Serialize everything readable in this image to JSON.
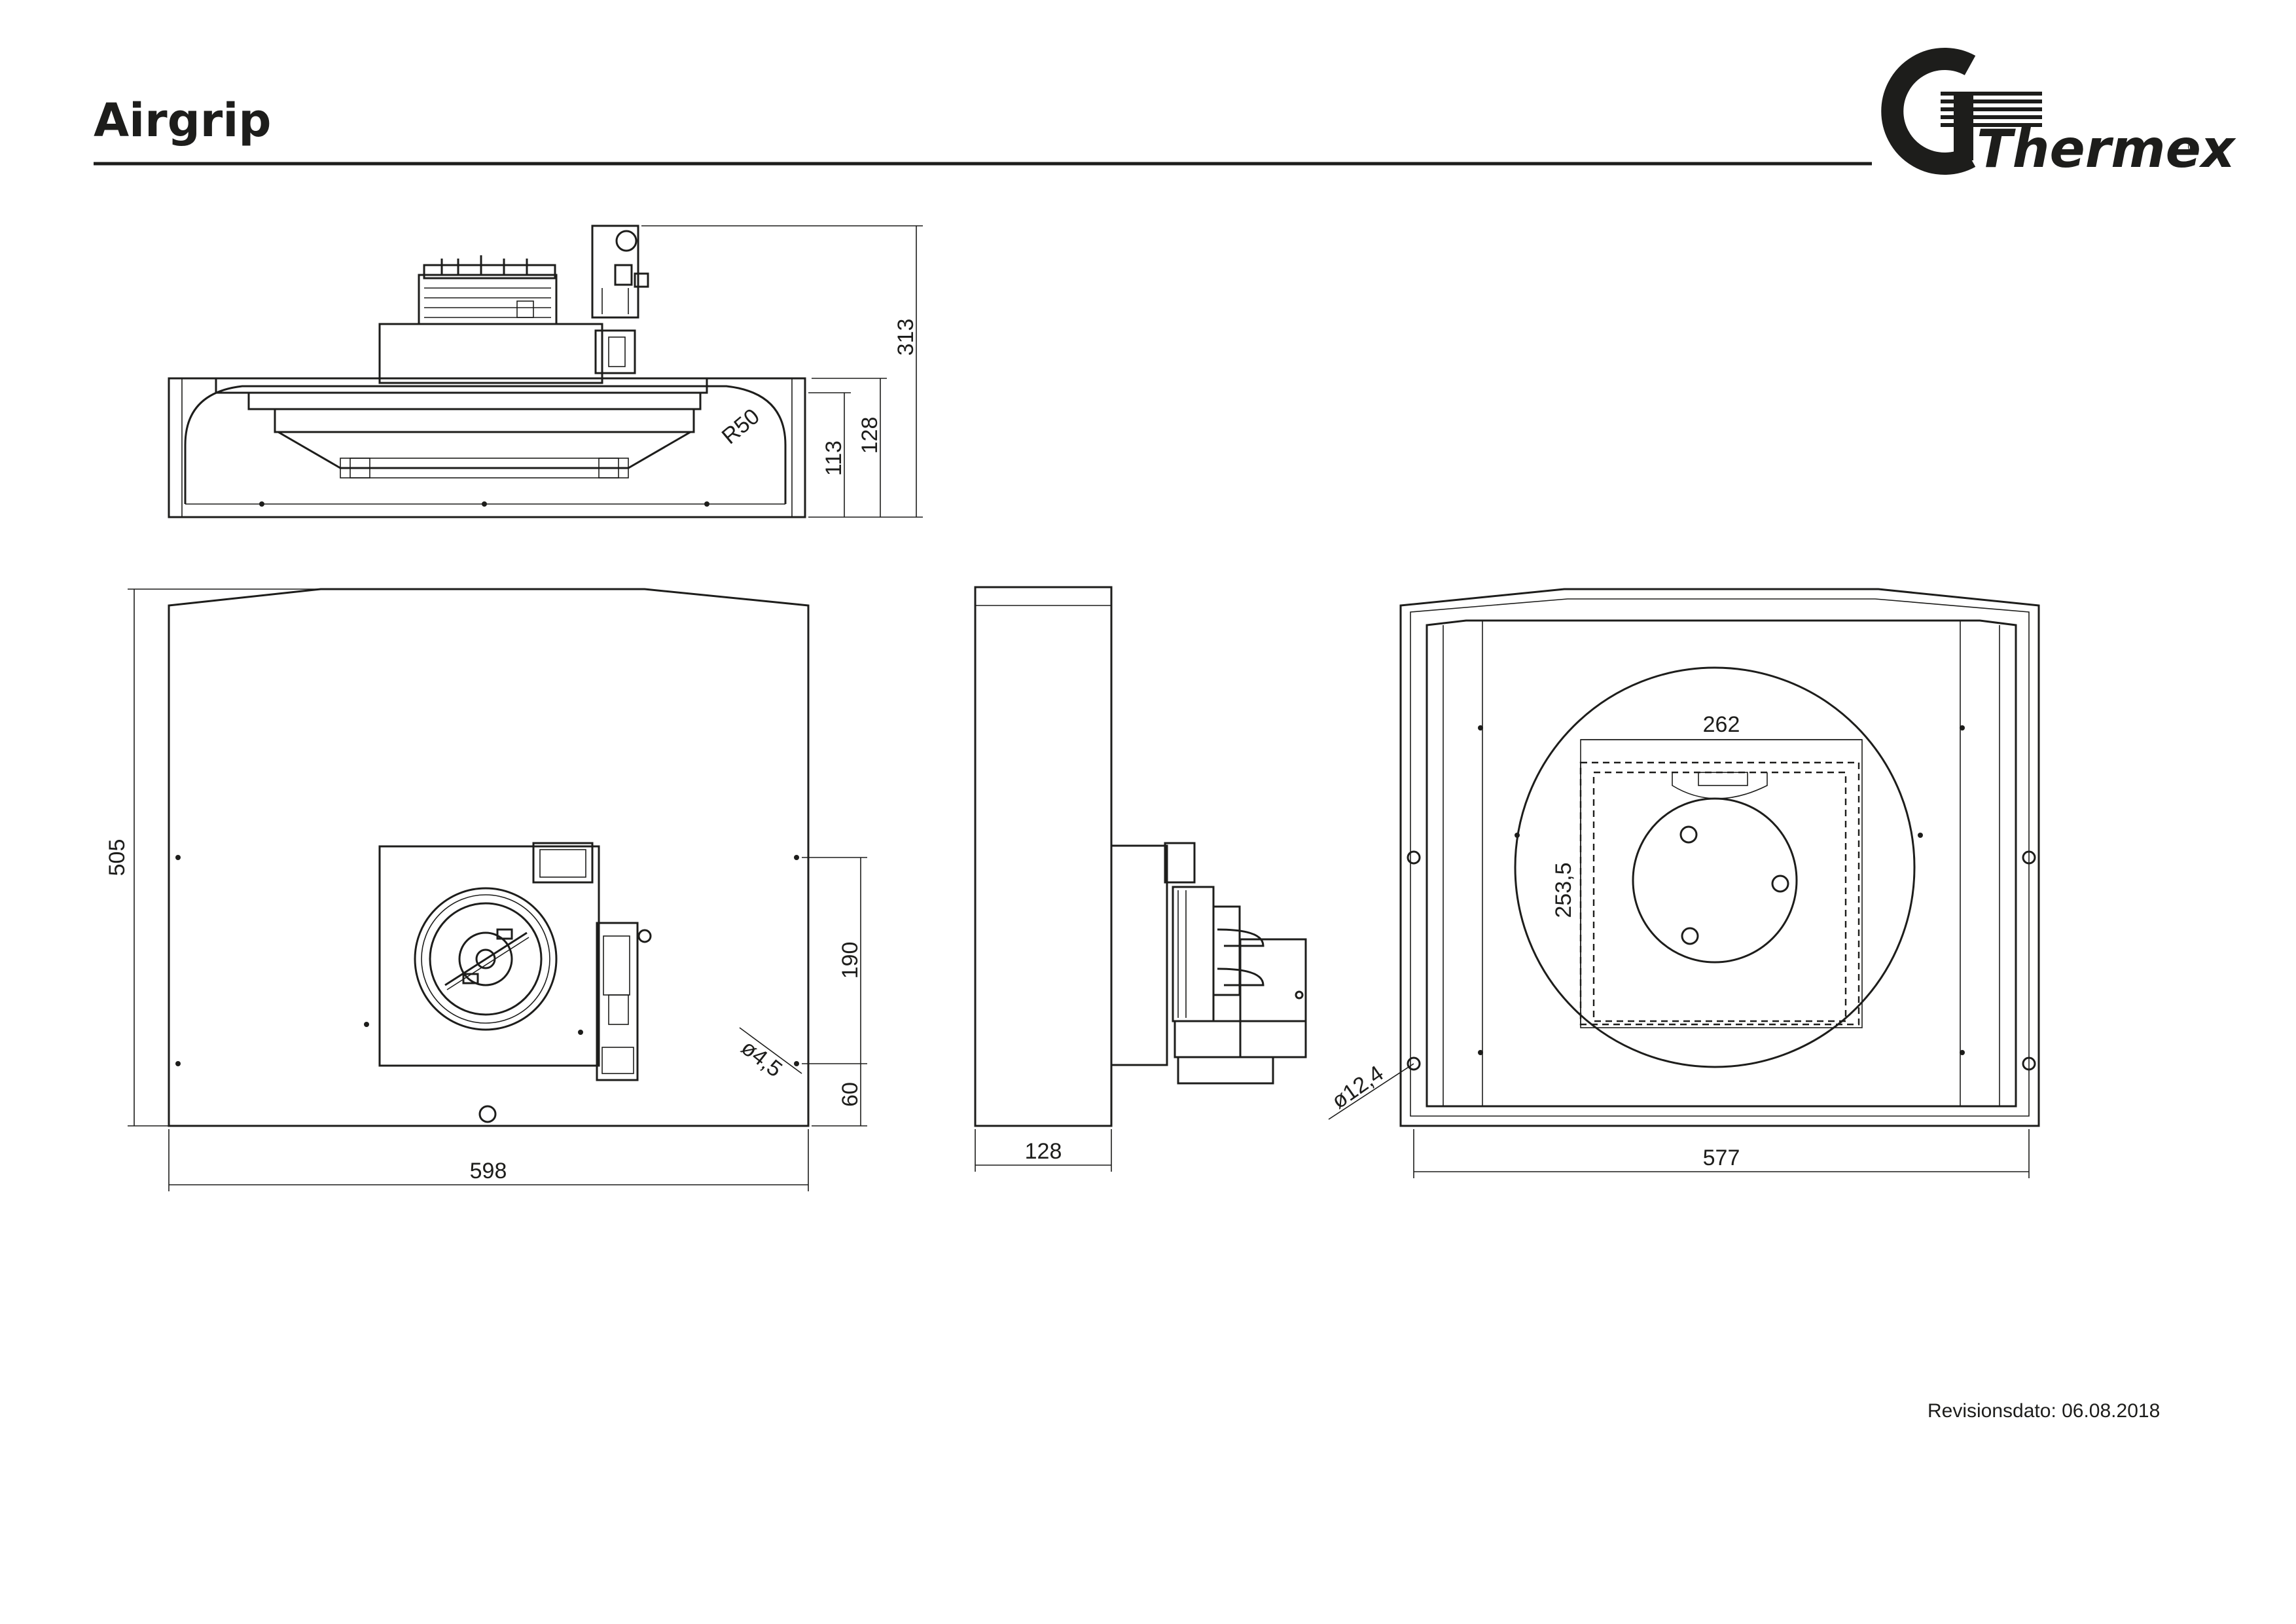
{
  "header": {
    "title": "Airgrip",
    "logo_text": "Thermex",
    "logo_mark": "®"
  },
  "top_view": {
    "dims": {
      "height_total": "313",
      "height_body": "128",
      "height_inner": "113",
      "radius": "R50"
    }
  },
  "front_view": {
    "dims": {
      "width": "598",
      "height": "505",
      "hole_spacing": "190",
      "hole_offset": "60",
      "hole_diameter": "ø4,5"
    }
  },
  "side_view": {
    "dims": {
      "depth": "128"
    }
  },
  "bottom_view": {
    "dims": {
      "width": "577",
      "motor_width": "262",
      "motor_height": "253,5",
      "hole_diameter": "ø12,4"
    }
  },
  "footer": {
    "revision": "Revisionsdato: 06.08.2018"
  }
}
